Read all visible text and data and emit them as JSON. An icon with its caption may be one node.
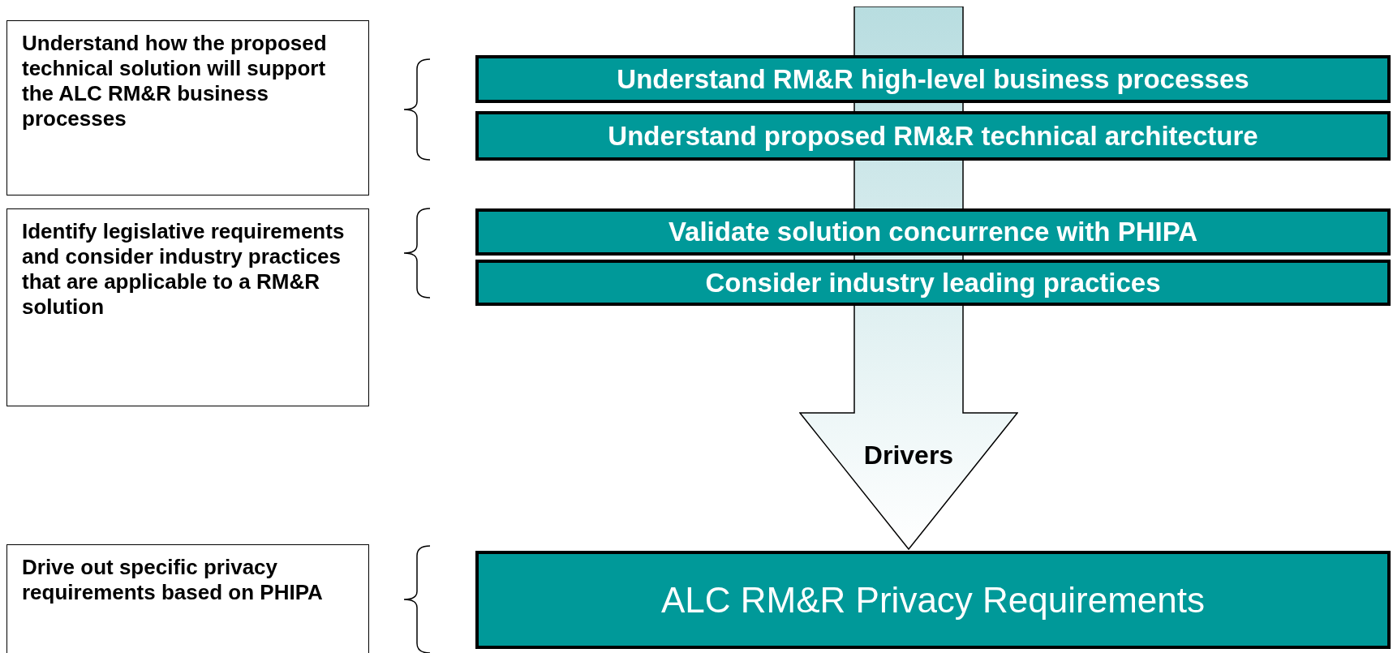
{
  "diagram": {
    "nodes": [
      {
        "text": [
          "Understand how the proposed technical solution will support the ALC RM&R business processes"
        ]
      },
      {
        "text": [
          "Identify legislative requirements and consider industry practices that are applicable to a RM&R solution"
        ]
      },
      {
        "text": [
          "Drive out specific privacy requirements based on PHIPA"
        ]
      },
      {
        "text": [
          "Understand RM&R high-level business processes"
        ]
      },
      {
        "text": [
          "Understand proposed RM&R technical architecture"
        ]
      },
      {
        "text": [
          "Validate solution concurrence with PHIPA"
        ]
      },
      {
        "text": [
          "Consider industry leading practices"
        ]
      },
      {
        "text": [
          "Drivers"
        ]
      },
      {
        "text": [
          "ALC RM&R Privacy Requirements"
        ]
      }
    ]
  }
}
